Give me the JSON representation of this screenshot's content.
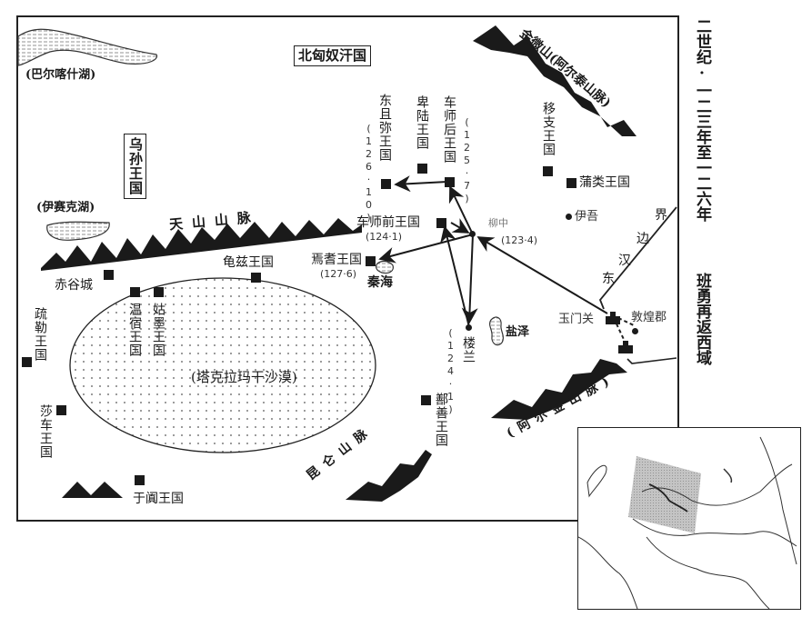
{
  "title": "二世纪·一二三年至一二六年 班勇再返西域",
  "title_parts": {
    "line1": "二世纪·一二三年至一二六年",
    "line2": "班勇再返西域"
  },
  "regions": {
    "xiongnu": "北匈奴汗国",
    "wusun": "乌孙王国",
    "desert": "(塔克拉玛干沙漠)"
  },
  "lakes": {
    "balkhash": "(巴尔喀什湖)",
    "issyk": "(伊赛克湖)",
    "bosten": "秦海",
    "lopnur": "盐泽"
  },
  "mountains": {
    "altai": "金微山(阿尔泰山脉)",
    "tianshan": "天山山脉",
    "kunlun": "昆仑山脉",
    "altun": "(阿尔金山脉)"
  },
  "kingdoms": [
    {
      "name": "东且弥王国",
      "date": "(126·10)"
    },
    {
      "name": "卑陆王国",
      "date": ""
    },
    {
      "name": "车师后王国",
      "date": "(125·7)"
    },
    {
      "name": "移支王国",
      "date": ""
    },
    {
      "name": "蒲类王国",
      "date": ""
    },
    {
      "name": "车师前王国",
      "date": "(124·1)"
    },
    {
      "name": "焉耆王国",
      "date": "(127·6)"
    },
    {
      "name": "龟兹王国",
      "date": ""
    },
    {
      "name": "温宿王国",
      "date": ""
    },
    {
      "name": "姑墨王国",
      "date": ""
    },
    {
      "name": "疏勒王国",
      "date": ""
    },
    {
      "name": "莎车王国",
      "date": ""
    },
    {
      "name": "于阗王国",
      "date": ""
    },
    {
      "name": "鄯善王国",
      "date": ""
    }
  ],
  "places": {
    "chigu": "赤谷城",
    "yiwu": "伊吾",
    "liuzhong": "柳中",
    "liuzhong_date": "(123·4)",
    "loulan": "楼兰",
    "loulan_date": "(124·1)",
    "yumenguan": "玉门关",
    "dunhuang": "敦煌郡"
  },
  "border_label": "东汉边界",
  "border_chars": [
    "界",
    "边",
    "汉",
    "东"
  ],
  "inset": {
    "label": "locator-map"
  },
  "colors": {
    "ink": "#1a1a1a",
    "desert_dots": "#555555",
    "inset_highlight": "#9a9a9a"
  }
}
